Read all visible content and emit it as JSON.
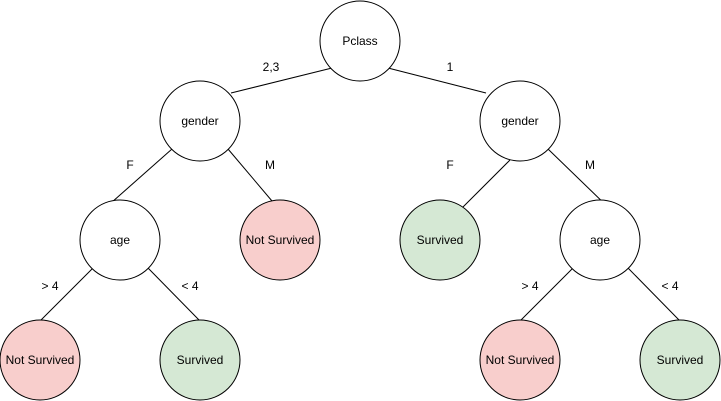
{
  "colors": {
    "decision_fill": "#ffffff",
    "not_survived_fill": "#f8cecc",
    "not_survived_stroke": "#b85450",
    "survived_fill": "#d5e8d4",
    "survived_stroke": "#82b366",
    "line": "#000000"
  },
  "nodes": {
    "pclass": {
      "label": "Pclass",
      "kind": "decision"
    },
    "gender_left": {
      "label": "gender",
      "kind": "decision"
    },
    "gender_right": {
      "label": "gender",
      "kind": "decision"
    },
    "age_left": {
      "label": "age",
      "kind": "decision"
    },
    "age_right": {
      "label": "age",
      "kind": "decision"
    },
    "leaf_ll": {
      "label": "Not Survived",
      "kind": "not_survived"
    },
    "leaf_lr": {
      "label": "Survived",
      "kind": "survived"
    },
    "leaf_m_left": {
      "label": "Not Survived",
      "kind": "not_survived"
    },
    "leaf_f_right": {
      "label": "Survived",
      "kind": "survived"
    },
    "leaf_rl": {
      "label": "Not Survived",
      "kind": "not_survived"
    },
    "leaf_rr": {
      "label": "Survived",
      "kind": "survived"
    }
  },
  "edges": {
    "pclass_23": {
      "label": "2,3"
    },
    "pclass_1": {
      "label": "1"
    },
    "gl_f": {
      "label": "F"
    },
    "gl_m": {
      "label": "M"
    },
    "gr_f": {
      "label": "F"
    },
    "gr_m": {
      "label": "M"
    },
    "al_gt": {
      "label": "> 4"
    },
    "al_lt": {
      "label": "< 4"
    },
    "ar_gt": {
      "label": "> 4"
    },
    "ar_lt": {
      "label": "< 4"
    }
  }
}
